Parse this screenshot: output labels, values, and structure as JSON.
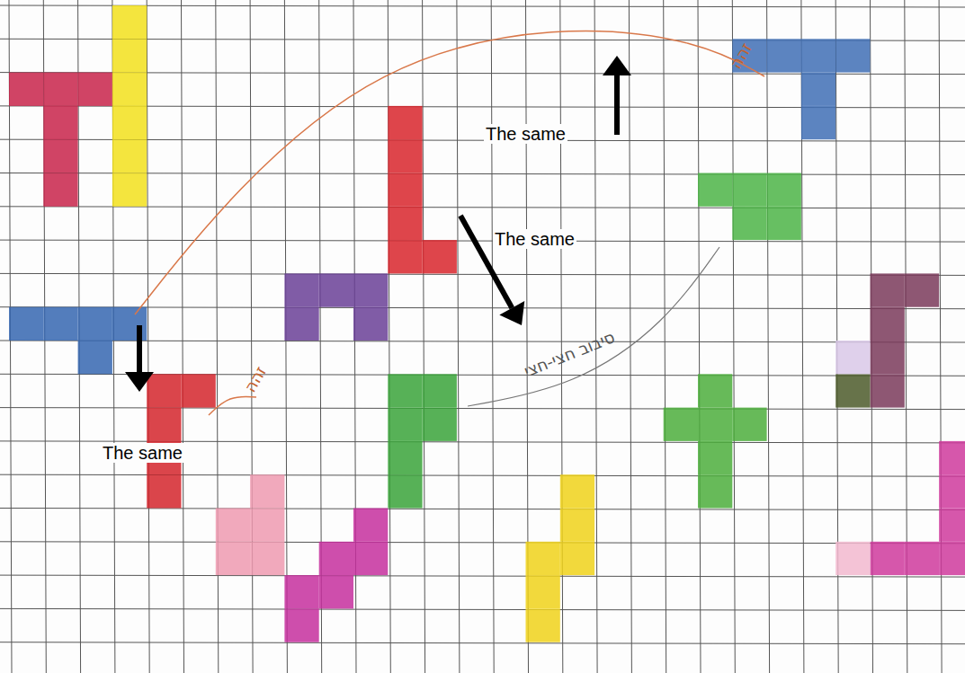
{
  "diagram": {
    "labels": [
      "זהה",
      "The same",
      "The same",
      "סיבוב חצי-חצי",
      "זהה",
      "The same"
    ]
  }
}
